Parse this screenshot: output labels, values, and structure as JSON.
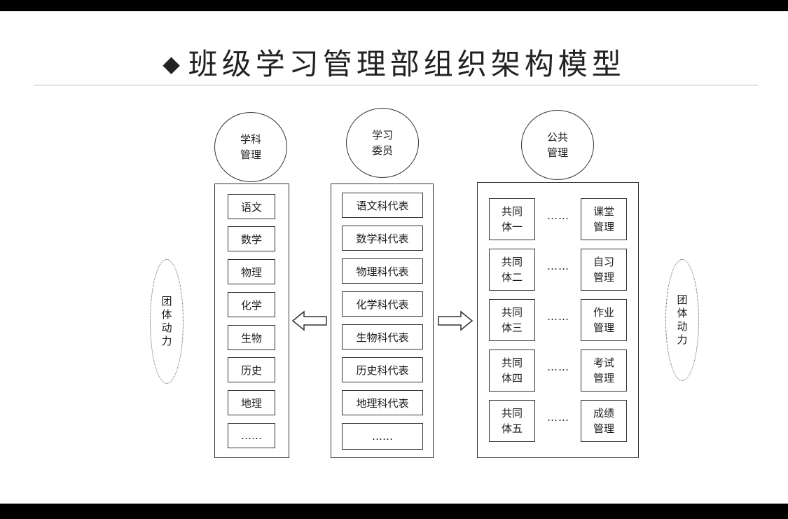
{
  "title": {
    "bullet": "◆",
    "text": "班级学习管理部组织架构模型"
  },
  "left": {
    "circle": "学科管理",
    "items": [
      "语文",
      "数学",
      "物理",
      "化学",
      "生物",
      "历史",
      "地理",
      "……"
    ]
  },
  "middle": {
    "circle": "学习委员",
    "items": [
      "语文科代表",
      "数学科代表",
      "物理科代表",
      "化学科代表",
      "生物科代表",
      "历史科代表",
      "地理科代表",
      "……"
    ]
  },
  "right": {
    "circle": "公共管理",
    "rows": [
      {
        "group": "共同体一",
        "dots": "……",
        "task": "课堂管理"
      },
      {
        "group": "共同体二",
        "dots": "……",
        "task": "自习管理"
      },
      {
        "group": "共同体三",
        "dots": "……",
        "task": "作业管理"
      },
      {
        "group": "共同体四",
        "dots": "……",
        "task": "考试管理"
      },
      {
        "group": "共同体五",
        "dots": "……",
        "task": "成绩管理"
      }
    ]
  },
  "side_labels": {
    "left": "团体动力",
    "right": "团体动力"
  }
}
